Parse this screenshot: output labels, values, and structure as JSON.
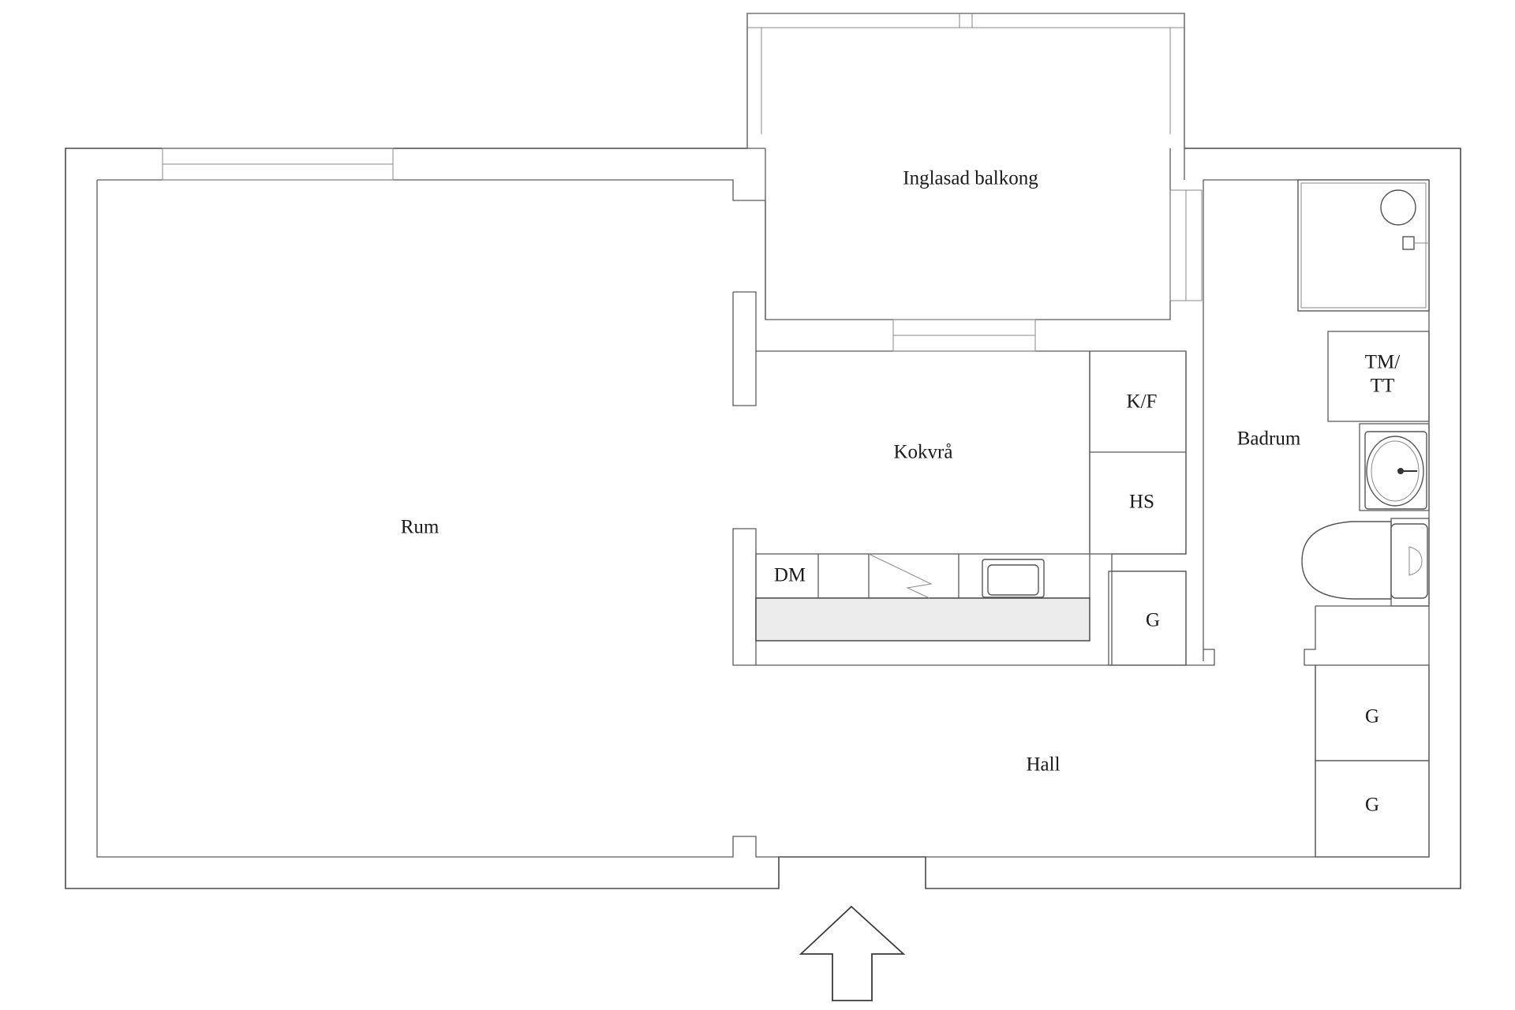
{
  "rooms": {
    "balcony": "Inglasad balkong",
    "living": "Rum",
    "kitchen": "Kokvrå",
    "bath": "Badrum",
    "hall": "Hall"
  },
  "fixtures": {
    "fridge_freezer": "K/F",
    "tall_cabinet": "HS",
    "dishwasher": "DM",
    "kitchen_wardrobe": "G",
    "washer_dryer_line1": "TM/",
    "washer_dryer_line2": "TT",
    "hall_wardrobe_1": "G",
    "hall_wardrobe_2": "G"
  },
  "entrance_arrow": "entrance-arrow-icon"
}
